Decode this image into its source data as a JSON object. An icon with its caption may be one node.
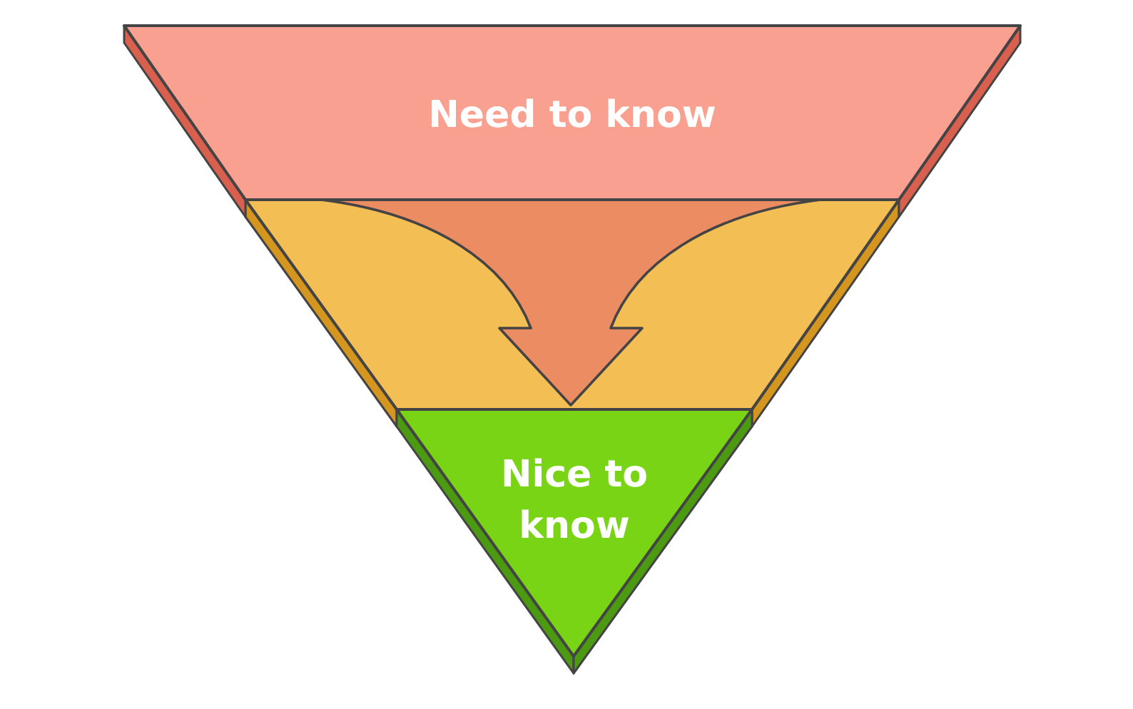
{
  "diagram": {
    "nodes": [
      {
        "text": [
          "Need to know"
        ]
      },
      {
        "text": [],
        "shape": "trapezoid"
      },
      {
        "text": [
          "Nice to know"
        ]
      }
    ],
    "edges": [
      {
        "from": 0,
        "to": 2,
        "arrow": "to"
      }
    ]
  }
}
